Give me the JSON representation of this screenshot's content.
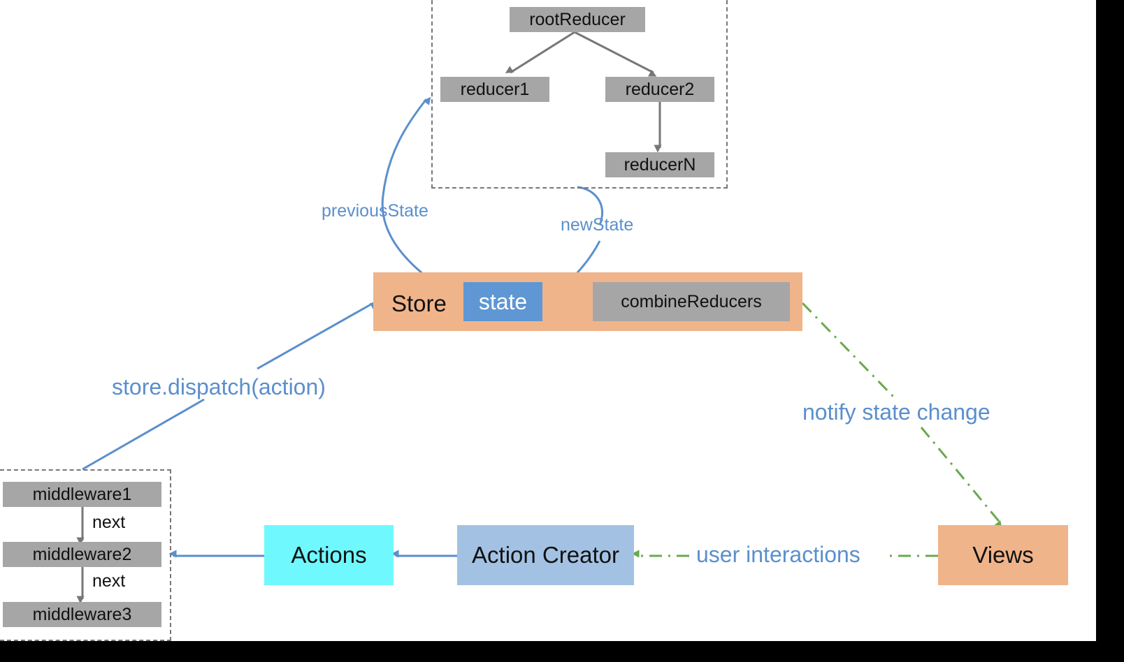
{
  "reducers": {
    "root": "rootReducer",
    "r1": "reducer1",
    "r2": "reducer2",
    "rn": "reducerN"
  },
  "store": {
    "label": "Store",
    "state": "state",
    "combine": "combineReducers"
  },
  "middleware": {
    "m1": "middleware1",
    "m2": "middleware2",
    "m3": "middleware3",
    "next1": "next",
    "next2": "next"
  },
  "flow": {
    "actions": "Actions",
    "action_creator": "Action Creator",
    "views": "Views"
  },
  "edges": {
    "previous_state": "previousState",
    "new_state": "newState",
    "dispatch": "store.dispatch(action)",
    "notify": "notify state change",
    "user_interactions": "user interactions"
  },
  "colors": {
    "blue_line": "#5b8fcc",
    "green_line": "#6aa84f",
    "gray_line": "#777777",
    "store_fill": "#f0b48a",
    "state_fill": "#5e97d3",
    "actions_fill": "#6ff9ff",
    "creator_fill": "#a3c2e3",
    "reducer_fill": "#a6a6a6"
  }
}
